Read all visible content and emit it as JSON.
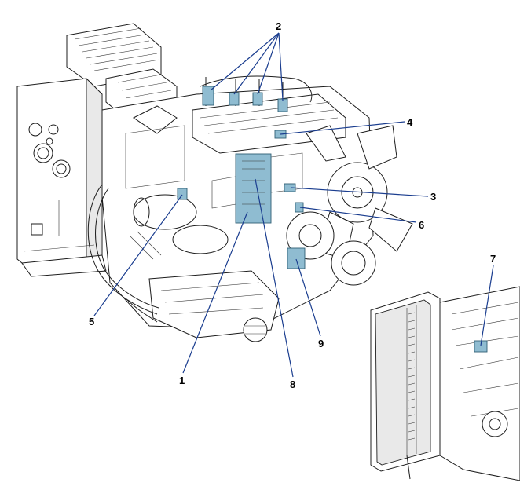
{
  "callouts": {
    "c1": "1",
    "c2": "2",
    "c3": "3",
    "c4": "4",
    "c5": "5",
    "c6": "6",
    "c7": "7",
    "c8": "8",
    "c9": "9"
  },
  "colors": {
    "highlight": "#8fbcd1",
    "leader": "#1a3d8f",
    "line_art": "#1c1c1c"
  }
}
